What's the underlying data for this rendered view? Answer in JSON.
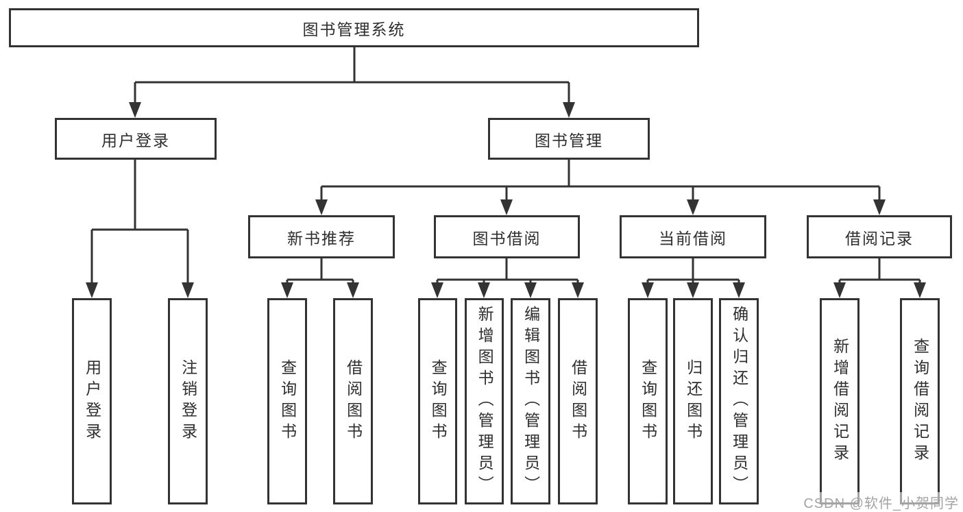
{
  "tree": {
    "root": {
      "label": "图书管理系统"
    },
    "level2": [
      {
        "label": "用户登录",
        "leaves": [
          {
            "label": "用户登录"
          },
          {
            "label": "注销登录"
          }
        ]
      },
      {
        "label": "图书管理",
        "children": [
          {
            "label": "新书推荐",
            "leaves": [
              {
                "label": "查询图书"
              },
              {
                "label": "借阅图书"
              }
            ]
          },
          {
            "label": "图书借阅",
            "leaves": [
              {
                "label": "查询图书"
              },
              {
                "label": "新增图书（管理员）"
              },
              {
                "label": "编辑图书（管理员）"
              },
              {
                "label": "借阅图书"
              }
            ]
          },
          {
            "label": "当前借阅",
            "leaves": [
              {
                "label": "查询图书"
              },
              {
                "label": "归还图书"
              },
              {
                "label": "确认归还（管理员）"
              }
            ]
          },
          {
            "label": "借阅记录",
            "leaves": [
              {
                "label": "新增借阅记录"
              },
              {
                "label": "查询借阅记录"
              }
            ]
          }
        ]
      }
    ]
  },
  "watermark": {
    "text": "CSDN @软件_小贺同学"
  },
  "colors": {
    "line": "#333333",
    "text": "#2e2e2e",
    "background": "#ffffff",
    "watermark": "#a3a3a3"
  }
}
